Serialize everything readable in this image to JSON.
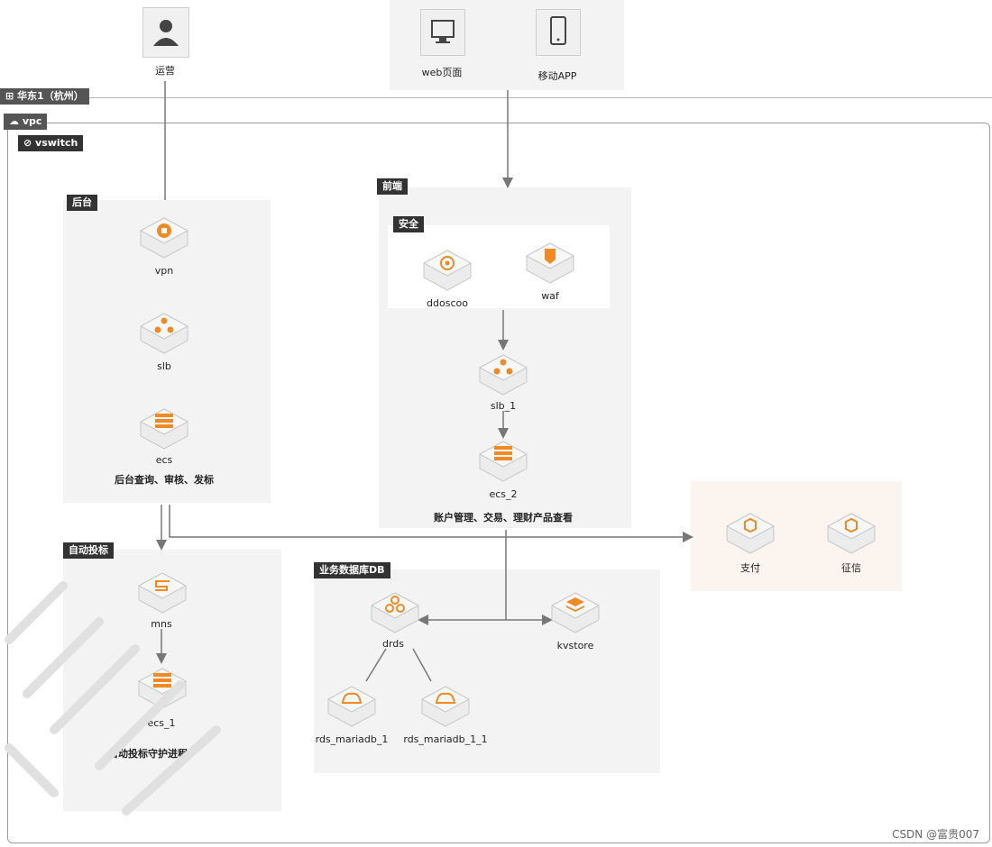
{
  "users": {
    "ops_label": "运营",
    "web_label": "web页面",
    "app_label": "移动APP"
  },
  "frames": {
    "region": "华东1（杭州）",
    "vpc": "vpc",
    "vswitch": "vswitch"
  },
  "groups": {
    "backend": "后台",
    "frontend": "前端",
    "security": "安全",
    "auto_bid": "自动投标",
    "business_db": "业务数据库DB"
  },
  "nodes": {
    "vpn": "vpn",
    "slb": "slb",
    "ecs": "ecs",
    "ecs_desc": "后台查询、审核、发标",
    "ddoscoo": "ddoscoo",
    "waf": "waf",
    "slb_1": "slb_1",
    "ecs_2": "ecs_2",
    "ecs_2_desc": "账户管理、交易、理财产品查看",
    "mns": "mns",
    "ecs_1": "ecs_1",
    "ecs_1_desc": "自动投标守护进程",
    "drds": "drds",
    "kvstore": "kvstore",
    "rds_1": "rds_mariadb_1",
    "rds_2": "rds_mariadb_1_1",
    "pay": "支付",
    "credit": "征信"
  },
  "credit_text": "CSDN @富贵007",
  "colors": {
    "accent": "#f08a24",
    "tag_bg": "#333333",
    "panel_bg": "#f3f3f3",
    "external_bg": "#fcf4ef",
    "line": "#777777"
  }
}
